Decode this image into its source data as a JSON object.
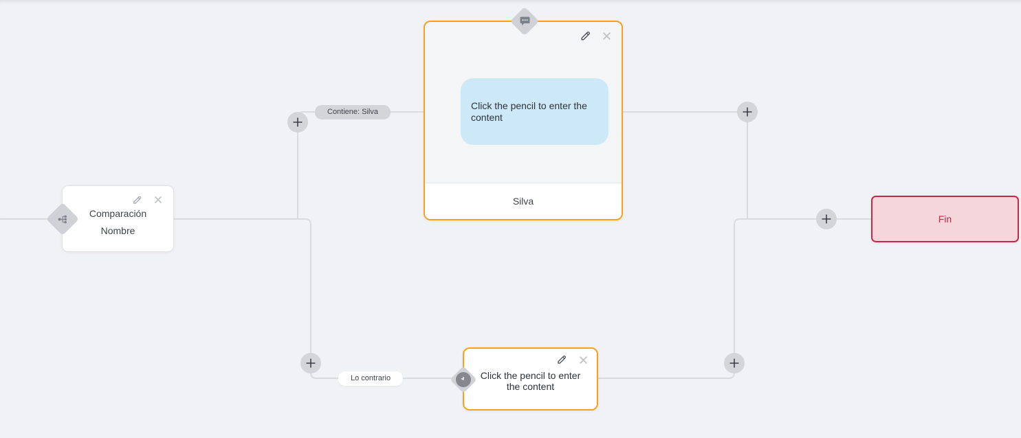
{
  "flow": {
    "comparison_node": {
      "line1": "Comparación",
      "line2": "Nombre"
    },
    "message_node": {
      "bubble_text": "Click the pencil to enter the content",
      "footer": "Silva"
    },
    "goto_node": {
      "text": "Click the pencil to enter the content"
    },
    "end_node": {
      "label": "Fin"
    },
    "edge_labels": {
      "condition_true": "Contiene: Silva",
      "condition_false": "Lo contrario"
    }
  },
  "icons": {
    "edit": "pencil-icon",
    "close": "x-cross-icon",
    "add": "plus-icon",
    "branch": "sitemap-icon",
    "message": "speech-bubble-icon",
    "wait": "clock-icon"
  },
  "colors": {
    "canvas_bg": "#f1f2f5",
    "connector": "#d9dbdf",
    "accent_orange": "#f9a11d",
    "bubble_blue": "#cde9f8",
    "end_bg": "#f5d6db",
    "end_accent": "#c22847"
  }
}
